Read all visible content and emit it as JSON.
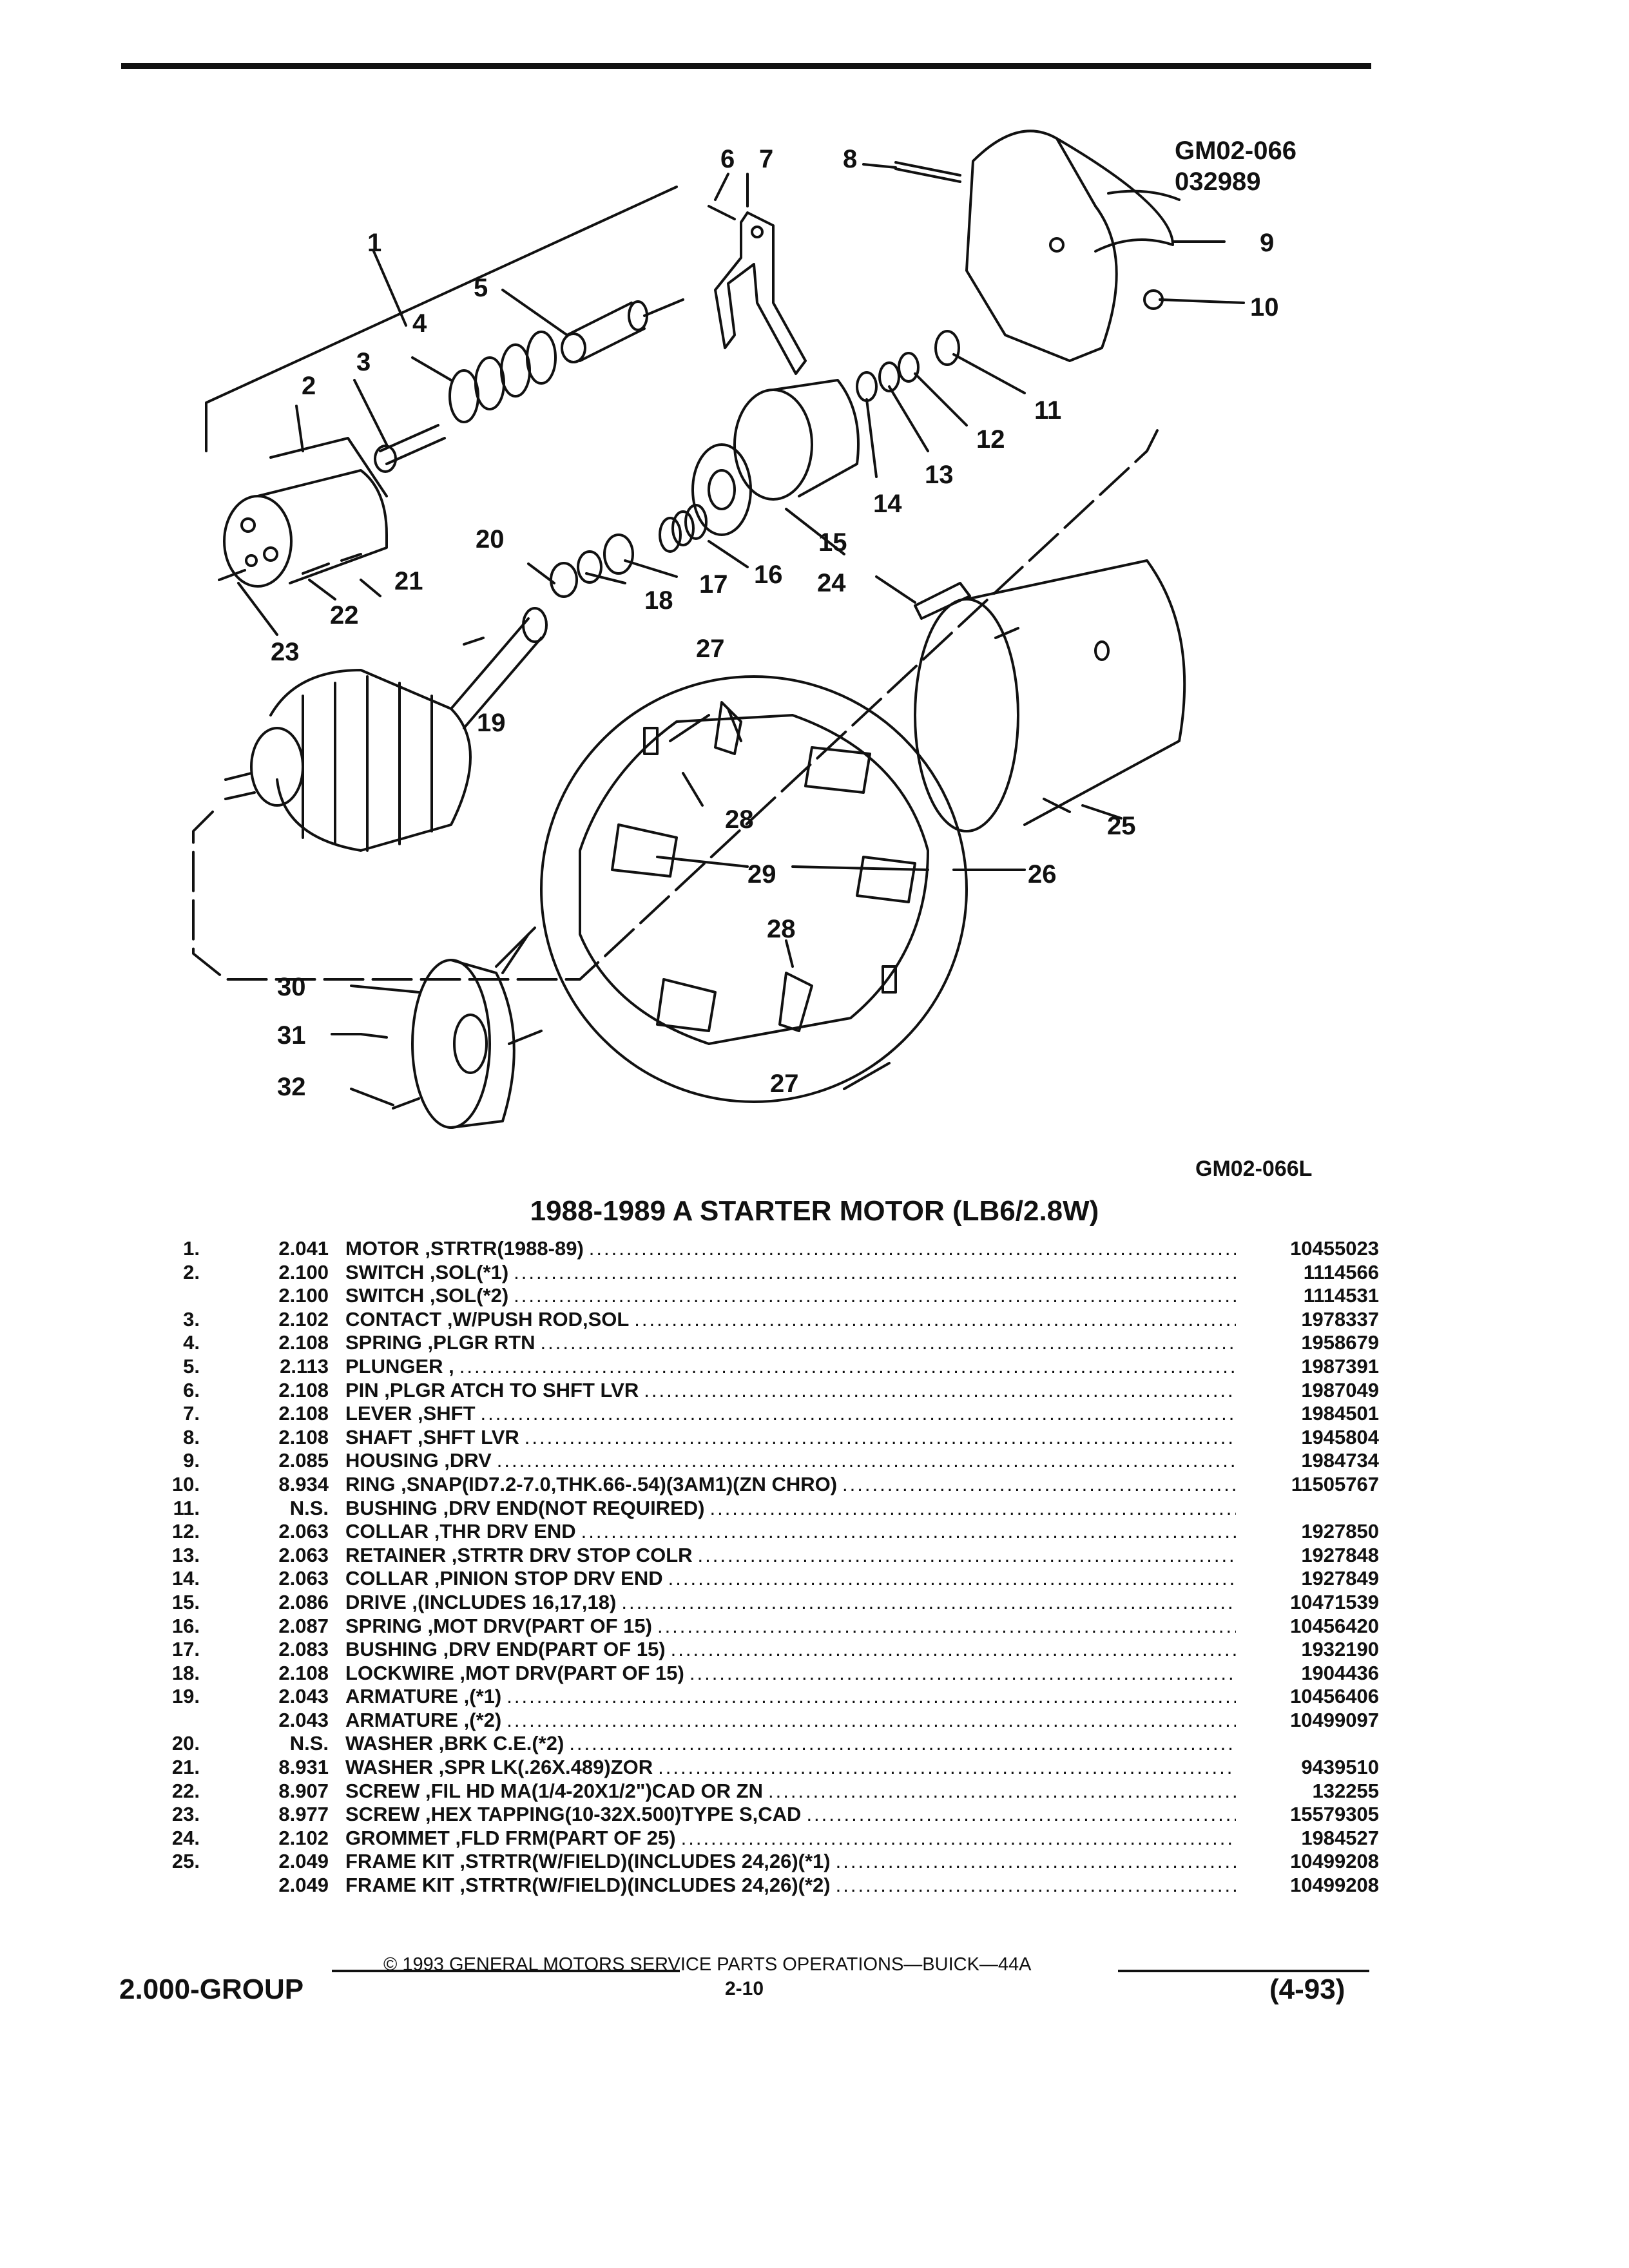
{
  "header": {
    "diagram_code_1": "GM02-066",
    "diagram_code_2": "032989",
    "diagram_ref": "GM02-066L"
  },
  "callouts": [
    "1",
    "2",
    "3",
    "4",
    "5",
    "6",
    "7",
    "8",
    "9",
    "10",
    "11",
    "12",
    "13",
    "14",
    "15",
    "16",
    "17",
    "18",
    "19",
    "20",
    "21",
    "22",
    "23",
    "24",
    "25",
    "26",
    "27",
    "27",
    "28",
    "28",
    "29",
    "30",
    "31",
    "32"
  ],
  "title": "1988-1989 A STARTER MOTOR (LB6/2.8W)",
  "parts": [
    {
      "item": "1.",
      "group": "2.041",
      "desc": "MOTOR ,STRTR(1988-89)",
      "part": "10455023"
    },
    {
      "item": "2.",
      "group": "2.100",
      "desc": "SWITCH ,SOL(*1)",
      "part": "1114566"
    },
    {
      "item": "",
      "group": "2.100",
      "desc": "SWITCH ,SOL(*2)",
      "part": "1114531"
    },
    {
      "item": "3.",
      "group": "2.102",
      "desc": "CONTACT ,W/PUSH ROD,SOL",
      "part": "1978337"
    },
    {
      "item": "4.",
      "group": "2.108",
      "desc": "SPRING ,PLGR RTN",
      "part": "1958679"
    },
    {
      "item": "5.",
      "group": "2.113",
      "desc": "PLUNGER ,",
      "part": "1987391"
    },
    {
      "item": "6.",
      "group": "2.108",
      "desc": "PIN ,PLGR ATCH TO SHFT LVR",
      "part": "1987049"
    },
    {
      "item": "7.",
      "group": "2.108",
      "desc": "LEVER ,SHFT",
      "part": "1984501"
    },
    {
      "item": "8.",
      "group": "2.108",
      "desc": "SHAFT ,SHFT LVR",
      "part": "1945804"
    },
    {
      "item": "9.",
      "group": "2.085",
      "desc": "HOUSING ,DRV",
      "part": "1984734"
    },
    {
      "item": "10.",
      "group": "8.934",
      "desc": "RING ,SNAP(ID7.2-7.0,THK.66-.54)(3AM1)(ZN CHRO)",
      "part": "11505767"
    },
    {
      "item": "11.",
      "group": "N.S.",
      "desc": "BUSHING ,DRV END(NOT REQUIRED)",
      "part": ""
    },
    {
      "item": "12.",
      "group": "2.063",
      "desc": "COLLAR ,THR DRV END",
      "part": "1927850"
    },
    {
      "item": "13.",
      "group": "2.063",
      "desc": "RETAINER ,STRTR DRV STOP COLR",
      "part": "1927848"
    },
    {
      "item": "14.",
      "group": "2.063",
      "desc": "COLLAR ,PINION STOP DRV END",
      "part": "1927849"
    },
    {
      "item": "15.",
      "group": "2.086",
      "desc": "DRIVE ,(INCLUDES 16,17,18)",
      "part": "10471539"
    },
    {
      "item": "16.",
      "group": "2.087",
      "desc": "SPRING ,MOT DRV(PART OF 15)",
      "part": "10456420"
    },
    {
      "item": "17.",
      "group": "2.083",
      "desc": "BUSHING ,DRV END(PART OF 15)",
      "part": "1932190"
    },
    {
      "item": "18.",
      "group": "2.108",
      "desc": "LOCKWIRE ,MOT DRV(PART OF 15)",
      "part": "1904436"
    },
    {
      "item": "19.",
      "group": "2.043",
      "desc": "ARMATURE ,(*1)",
      "part": "10456406"
    },
    {
      "item": "",
      "group": "2.043",
      "desc": "ARMATURE ,(*2)",
      "part": "10499097"
    },
    {
      "item": "20.",
      "group": "N.S.",
      "desc": "WASHER ,BRK C.E.(*2)",
      "part": ""
    },
    {
      "item": "21.",
      "group": "8.931",
      "desc": "WASHER ,SPR LK(.26X.489)ZOR",
      "part": "9439510"
    },
    {
      "item": "22.",
      "group": "8.907",
      "desc": "SCREW ,FIL HD MA(1/4-20X1/2\")CAD OR ZN",
      "part": "132255"
    },
    {
      "item": "23.",
      "group": "8.977",
      "desc": "SCREW ,HEX TAPPING(10-32X.500)TYPE S,CAD",
      "part": "15579305"
    },
    {
      "item": "24.",
      "group": "2.102",
      "desc": "GROMMET ,FLD FRM(PART OF 25)",
      "part": "1984527"
    },
    {
      "item": "25.",
      "group": "2.049",
      "desc": "FRAME KIT ,STRTR(W/FIELD)(INCLUDES 24,26)(*1)",
      "part": "10499208"
    },
    {
      "item": "",
      "group": "2.049",
      "desc": "FRAME KIT ,STRTR(W/FIELD)(INCLUDES 24,26)(*2)",
      "part": "10499208"
    }
  ],
  "footer": {
    "copyright": "© 1993 GENERAL MOTORS SERVICE PARTS OPERATIONS—BUICK—44A",
    "group": "2.000-GROUP",
    "page": "2-10",
    "revision": "(4-93)"
  }
}
